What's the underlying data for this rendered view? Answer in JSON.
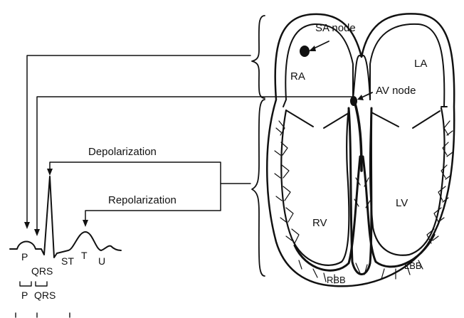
{
  "labels": {
    "sa_node": "SA node",
    "av_node": "AV node",
    "ra": "RA",
    "la": "LA",
    "rv": "RV",
    "lv": "LV",
    "rbb": "RBB",
    "lbb": "LBB",
    "depolarization": "Depolarization",
    "repolarization": "Repolarization"
  },
  "ecg": {
    "p": "P",
    "qrs": "QRS",
    "st": "ST",
    "t": "T",
    "u": "U",
    "interval_p": "P",
    "interval_qrs": "QRS"
  },
  "colors": {
    "ink": "#111111",
    "background": "#ffffff"
  }
}
